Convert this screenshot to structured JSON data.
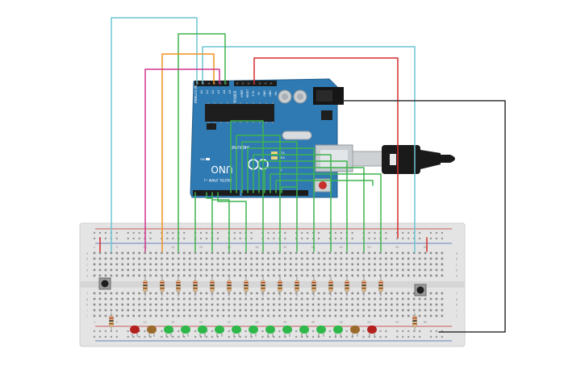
{
  "board": {
    "model_label": "UNO",
    "brand_label": "ARDUINO",
    "analog_header_label": "ANALOG IN",
    "power_header_label": "POWER",
    "analog_pins": [
      "A0",
      "A1",
      "A2",
      "A3",
      "A4",
      "A5"
    ],
    "power_pins": [
      "IOREF",
      "RESET",
      "3.3V",
      "5V",
      "GND",
      "GND",
      "Vin"
    ],
    "digital_header_label": "DIGITAL (PWM ~)",
    "tx_label": "TX",
    "rx_label": "RX",
    "on_label": "ON",
    "l_label": "L"
  },
  "breadboard": {
    "column_numbers": [
      "1",
      "5",
      "10",
      "15",
      "20",
      "25",
      "30",
      "35",
      "40",
      "45",
      "50",
      "55",
      "60"
    ],
    "row_letters_top": [
      "a",
      "b",
      "c",
      "d",
      "e"
    ],
    "row_letters_bottom": [
      "f",
      "g",
      "h",
      "i",
      "j"
    ]
  },
  "colors": {
    "board": "#2f7ab3",
    "breadboard": "#e3e3e3",
    "wire_cyan": "#6cc5d3",
    "wire_green": "#3fb34f",
    "wire_orange": "#f0911e",
    "wire_magenta": "#d0358e",
    "wire_red": "#d82a2a",
    "wire_black": "#333333",
    "led_red": "#b4201e",
    "led_amber": "#9a6a2a",
    "led_green": "#2eb84a"
  },
  "leds": [
    "red",
    "amber",
    "green",
    "green",
    "green",
    "green",
    "green",
    "green",
    "green",
    "green",
    "green",
    "green",
    "green",
    "amber",
    "red"
  ],
  "buttons": [
    "left-pushbutton",
    "right-pushbutton"
  ]
}
